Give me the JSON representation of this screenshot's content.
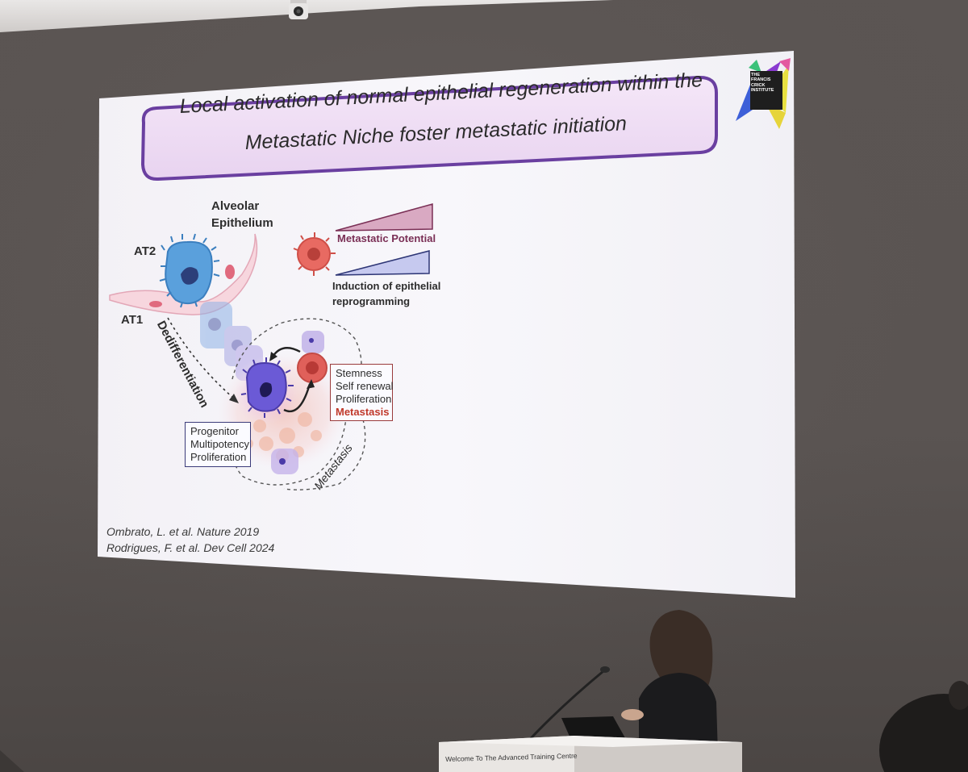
{
  "slide": {
    "title_line1": "Local activation of normal epithelial regeneration within the",
    "title_line2": "Metastatic Niche foster metastatic initiation",
    "logo_text": [
      "THE",
      "FRANCIS",
      "CRICK",
      "INSTITUTE"
    ],
    "labels": {
      "alveolar": "Alveolar",
      "epithelium": "Epithelium",
      "at2": "AT2",
      "at1": "AT1",
      "dedifferentiation": "Dedifferentiation",
      "metastasis_arc": "Metastasis"
    },
    "legend": {
      "metastatic_potential": "Metastatic Potential",
      "induction_line1": "Induction of epithelial",
      "induction_line2": "reprogramming"
    },
    "stemness_box": [
      "Stemness",
      "Self renewal",
      "Proliferation",
      "Metastasis"
    ],
    "progenitor_box": [
      "Progenitor",
      "Multipotency",
      "Proliferation"
    ],
    "references": [
      "Ombrato, L. et al. Nature 2019",
      "Rodrigues, F. et al. Dev Cell 2024"
    ]
  },
  "podium": {
    "sign_text": "Welcome To The Advanced Training Centre"
  },
  "colors": {
    "wall": "#57514f",
    "slide_bg": "#f7f6fa",
    "title_fill": "#eedcf4",
    "title_border": "#6a3fa0",
    "at2_cell": "#5aa0dc",
    "tumour_cell": "#e0605a",
    "reprogrammed_cell": "#6b5ad6",
    "potential_wedge": "#d9a9c2",
    "induction_wedge": "#c6c9ef",
    "metastasis_red": "#c0392b"
  }
}
